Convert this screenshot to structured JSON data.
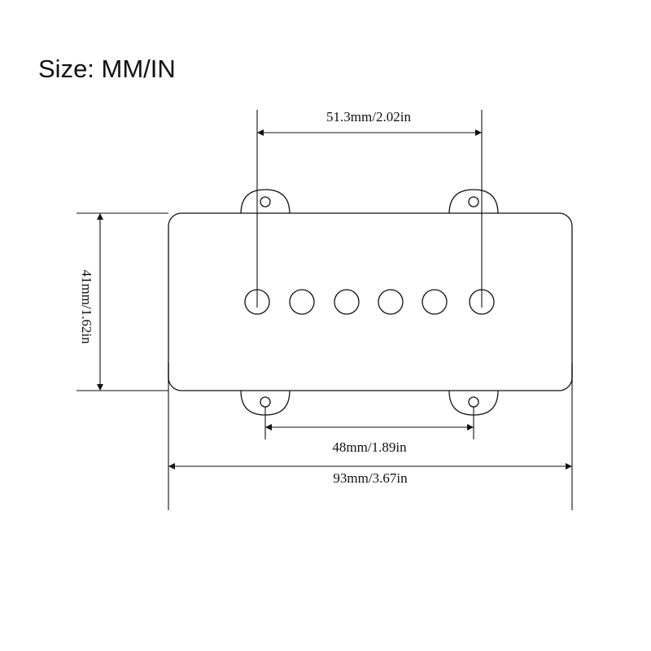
{
  "title": "Size: MM/IN",
  "dimensions": {
    "pole_spacing": "51.3mm/2.02in",
    "height": "41mm/1.62in",
    "mount_spacing": "48mm/1.89in",
    "total_width": "93mm/3.67in"
  },
  "colors": {
    "line": "#111111",
    "background": "#ffffff"
  }
}
